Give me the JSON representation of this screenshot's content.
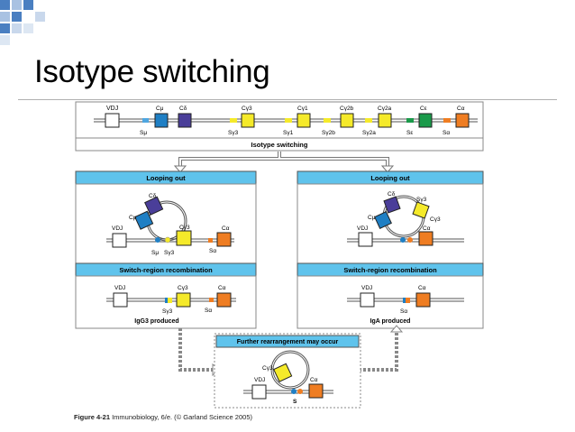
{
  "slide": {
    "title": "Isotype switching",
    "caption_prefix": "Figure 4-21",
    "caption_rest": " Immunobiology, 6/e. (© Garland Science 2005)"
  },
  "germline": {
    "vdj": "VDJ",
    "genes": [
      "Cμ",
      "Cδ",
      "Cγ3",
      "Cγ1",
      "Cγ2b",
      "Cγ2a",
      "Cε",
      "Cα"
    ],
    "switches": [
      "Sμ",
      "Sγ3",
      "Sγ1",
      "Sγ2b",
      "Sγ2a",
      "Sε",
      "Sα"
    ]
  },
  "banners": {
    "isotype_switching": "Isotype switching",
    "looping_out_left": "Looping out",
    "looping_out_right": "Looping out",
    "recomb_left": "Switch-region recombination",
    "recomb_right": "Switch-region recombination",
    "further": "Further rearrangement may occur"
  },
  "left_panel": {
    "loop_labels": [
      "Cδ",
      "Cμ",
      "VDJ",
      "Cγ3",
      "Cα",
      "Sμ",
      "Sγ3",
      "Sα"
    ],
    "result_labels": [
      "VDJ",
      "Cγ3",
      "Cα",
      "Sγ3",
      "Sα"
    ],
    "produced": "IgG3 produced"
  },
  "right_panel": {
    "loop_labels": [
      "Cδ",
      "Sγ3",
      "Cγ3",
      "Cμ",
      "VDJ",
      "Cα"
    ],
    "result_labels": [
      "VDJ",
      "Cα",
      "Sα"
    ],
    "produced": "IgA produced"
  },
  "bottom_panel": {
    "labels": [
      "Cγ3",
      "VDJ",
      "Cα",
      "S"
    ]
  },
  "colors": {
    "cmu": "#1f7fc4",
    "cdelta": "#4a3e99",
    "cgamma": "#f5ea2a",
    "cepsilon": "#1a9a4a",
    "calpha": "#ef7d22",
    "banner": "#5fc3ec",
    "switch_blue": "#4fa6e0"
  }
}
